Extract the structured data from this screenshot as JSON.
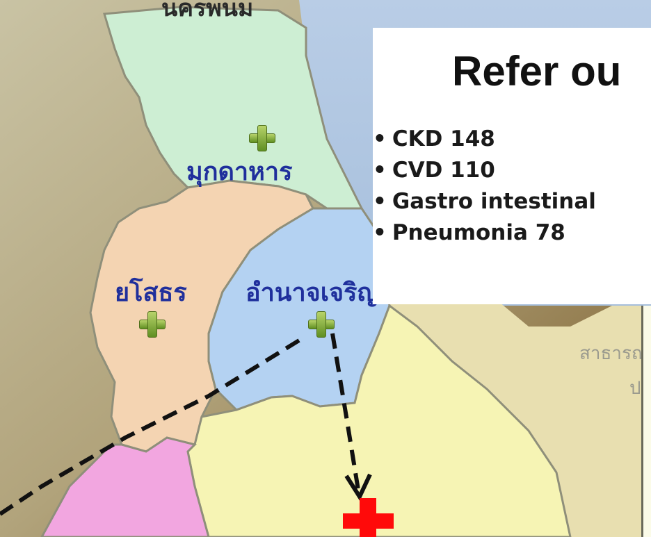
{
  "map": {
    "top_label": "นครพนม",
    "provinces": [
      {
        "name": "มุกดาหาร",
        "color": "#cdeed3"
      },
      {
        "name": "ยโสธร",
        "color": "#f4d4b2"
      },
      {
        "name": "อำนาจเจริญ",
        "color": "#b4d2f2"
      },
      {
        "name": "",
        "color": "#f6f4b4"
      },
      {
        "name": "",
        "color": "#f2a6e0"
      }
    ],
    "ghost_text": [
      "สาธารณ",
      "ป"
    ],
    "health_center_icon": "green-plus-icon",
    "hospital_icon": "red-cross-icon",
    "route_color": "#111111"
  },
  "refer": {
    "title": "Refer ou",
    "items": [
      "CKD  148",
      "CVD  110",
      "Gastro intestinal",
      "Pneumonia  78"
    ]
  },
  "colors": {
    "label_text": "#1f2f9c",
    "hospital_cross": "#ff0a0a",
    "health_plus": "#6fa32a"
  }
}
